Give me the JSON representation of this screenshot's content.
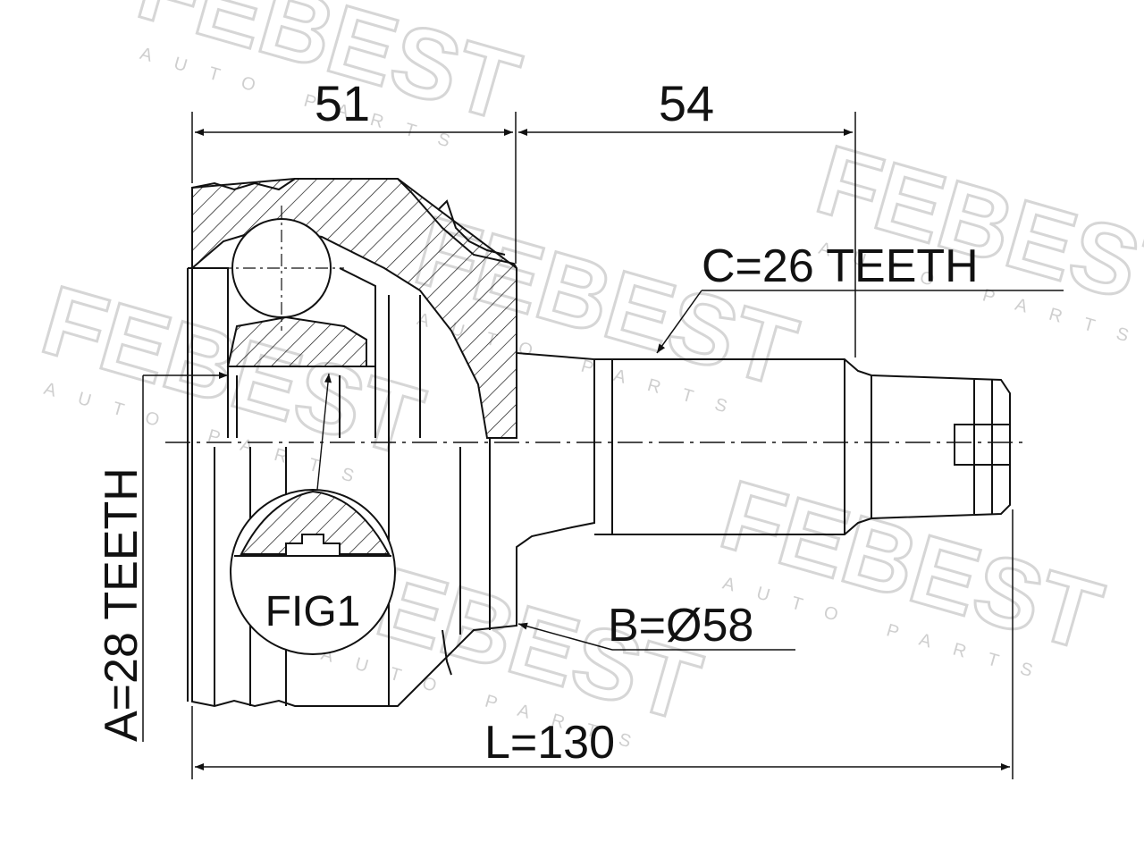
{
  "dimensions": {
    "dim_51": "51",
    "dim_54": "54",
    "spline_c": "C=26 TEETH",
    "spline_a": "A=28 TEETH",
    "diameter_b": "B=Ø58",
    "length_l": "L=130"
  },
  "figure": {
    "detail_label": "FIG1"
  },
  "watermark": {
    "brand": "FEBEST",
    "subtitle": "AUTO PARTS"
  },
  "colors": {
    "line": "#111111",
    "watermark": "#d6d6d6"
  }
}
